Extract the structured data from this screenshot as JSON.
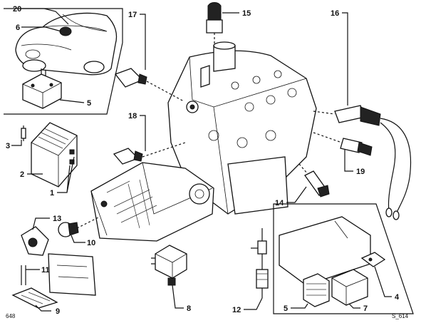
{
  "callouts": {
    "c1": "1",
    "c2": "2",
    "c3": "3",
    "c4": "4",
    "c5a": "5",
    "c5b": "5",
    "c6": "6",
    "c7": "7",
    "c8": "8",
    "c9": "9",
    "c10": "10",
    "c11": "11",
    "c12": "12",
    "c13": "13",
    "c14": "14",
    "c15": "15",
    "c16": "16",
    "c17": "17",
    "c18": "18",
    "c19": "19",
    "c20": "20"
  },
  "footer": {
    "left_code": "648",
    "right_code": "S_614"
  }
}
